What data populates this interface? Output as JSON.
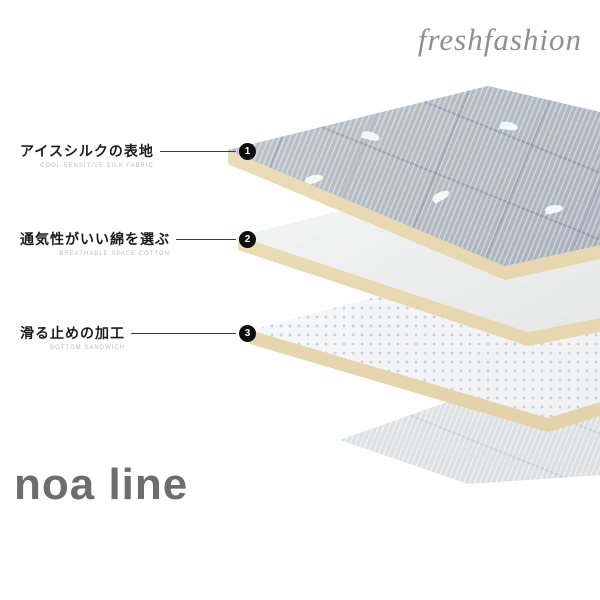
{
  "brand": {
    "logo": "freshfashion",
    "product_line": "noa line"
  },
  "callouts": [
    {
      "number": "1",
      "label": "アイスシルクの表地",
      "sublabel": "COOL SENSITIVE SILK FABRIC"
    },
    {
      "number": "2",
      "label": "通気性がいい綿を選ぶ",
      "sublabel": "BREATHABLE SPACE COTTON"
    },
    {
      "number": "3",
      "label": "滑る止めの加工",
      "sublabel": "BOTTOM SANDWICH"
    }
  ],
  "layers": [
    {
      "name": "ice-silk-striped-top-fabric"
    },
    {
      "name": "breathable-white-cotton"
    },
    {
      "name": "non-slip-dotted-bottom"
    },
    {
      "name": "base-mattress-pad"
    }
  ],
  "colors": {
    "fabric_gray": "#b4bbc3",
    "edge_cream": "#ead9b4",
    "brand_gray": "#8f8f8f",
    "text_black": "#1c1c1c"
  }
}
